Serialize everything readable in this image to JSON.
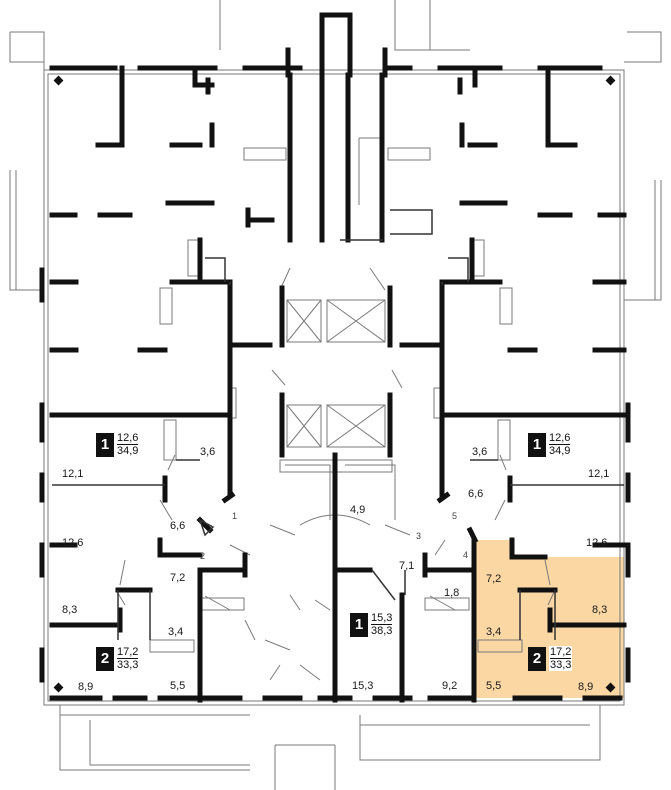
{
  "colors": {
    "wall": "#111111",
    "thin": "#7a7a7a",
    "highlight": "#fbd7a3",
    "background": "#ffffff"
  },
  "apartments": [
    {
      "id": "left-1",
      "rooms": "1",
      "living": "12,6",
      "total": "34,9"
    },
    {
      "id": "right-1",
      "rooms": "1",
      "living": "12,6",
      "total": "34,9"
    },
    {
      "id": "left-2",
      "rooms": "2",
      "living": "17,2",
      "total": "33,3"
    },
    {
      "id": "center-1",
      "rooms": "1",
      "living": "15,3",
      "total": "38,3"
    },
    {
      "id": "right-2",
      "rooms": "2",
      "living": "17,2",
      "total": "33,3",
      "selected": true
    }
  ],
  "room_areas": {
    "l36": "3,6",
    "r36": "3,6",
    "l121": "12,1",
    "r121": "12,1",
    "l66": "6,6",
    "r66": "6,6",
    "l126": "12,6",
    "r126": "12,6",
    "c49": "4,9",
    "l72": "7,2",
    "c71": "7,1",
    "r72": "7,2",
    "l83": "8,3",
    "r83": "8,3",
    "c18": "1,8",
    "l34": "3,4",
    "r34": "3,4",
    "l89": "8,9",
    "r89": "8,9",
    "l55": "5,5",
    "r55": "5,5",
    "c153": "15,3",
    "c92": "9,2"
  },
  "entrance_markers": [
    "1",
    "2",
    "3",
    "4",
    "5"
  ]
}
